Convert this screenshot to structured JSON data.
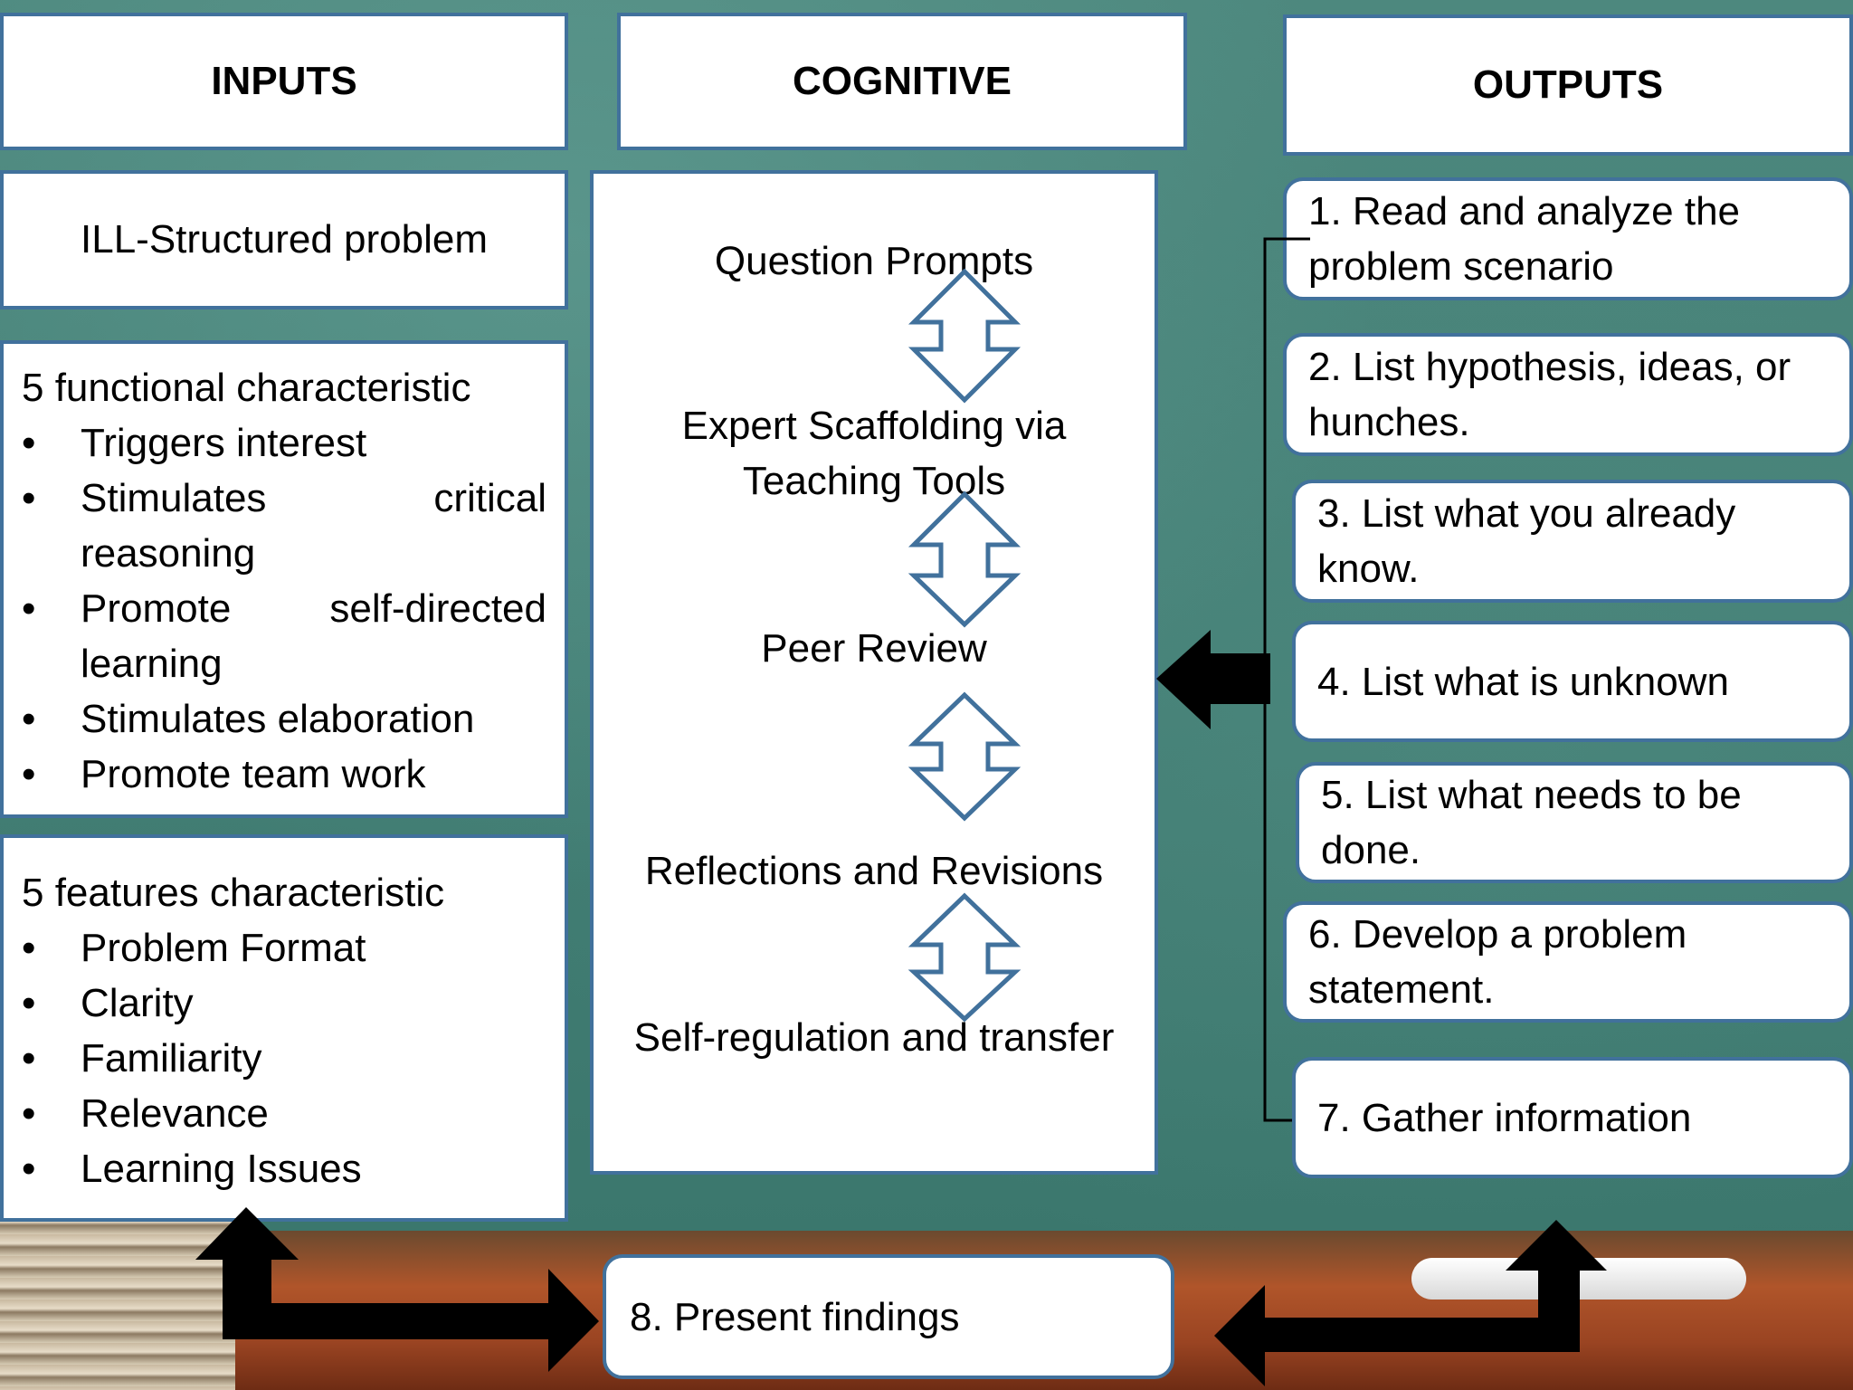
{
  "headers": {
    "inputs": "INPUTS",
    "cognitive": "COGNITIVE",
    "outputs": "OUTPUTS"
  },
  "inputs": {
    "problem": "ILL-Structured problem",
    "functional": {
      "heading": "5 functional characteristic",
      "items": [
        "Triggers interest",
        "Stimulates critical reasoning",
        "Promote self-directed learning",
        "Stimulates elaboration",
        "Promote team work"
      ]
    },
    "features": {
      "heading": "5 features characteristic",
      "items": [
        "Problem Format",
        "Clarity",
        "Familiarity",
        "Relevance",
        "Learning Issues"
      ]
    }
  },
  "cognitive": {
    "items": [
      "Question Prompts",
      "Expert Scaffolding via Teaching Tools",
      "Peer Review",
      "Reflections and Revisions",
      "Self-regulation and transfer"
    ]
  },
  "outputs": {
    "steps": [
      "1. Read and analyze the problem scenario",
      "2. List hypothesis, ideas, or hunches.",
      "3. List what you already know.",
      "4. List what is unknown",
      "5. List what needs to be done.",
      "6. Develop a problem statement.",
      "7. Gather information"
    ],
    "final": "8. Present findings"
  },
  "colors": {
    "box_border": "#41719c",
    "arrow_outline": "#41719c",
    "board": "#3b776d"
  }
}
